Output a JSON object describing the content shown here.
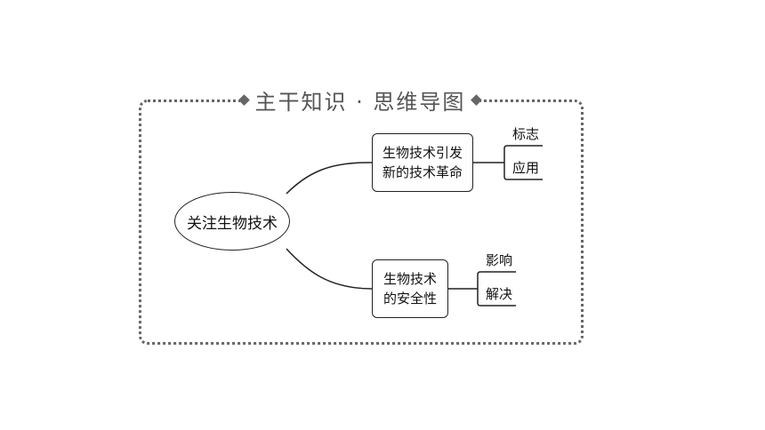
{
  "header": {
    "title": "主干知识 · 思维导图"
  },
  "central": {
    "label": "关注生物技术"
  },
  "branches": [
    {
      "lines": [
        "生物技术引发",
        "新的技术革命"
      ],
      "leaves": [
        "标志",
        "应用"
      ]
    },
    {
      "lines": [
        "生物技术",
        "的安全性"
      ],
      "leaves": [
        "影响",
        "解决"
      ]
    }
  ],
  "colors": {
    "frame": "#666666",
    "stroke": "#222222",
    "text": "#111111"
  }
}
